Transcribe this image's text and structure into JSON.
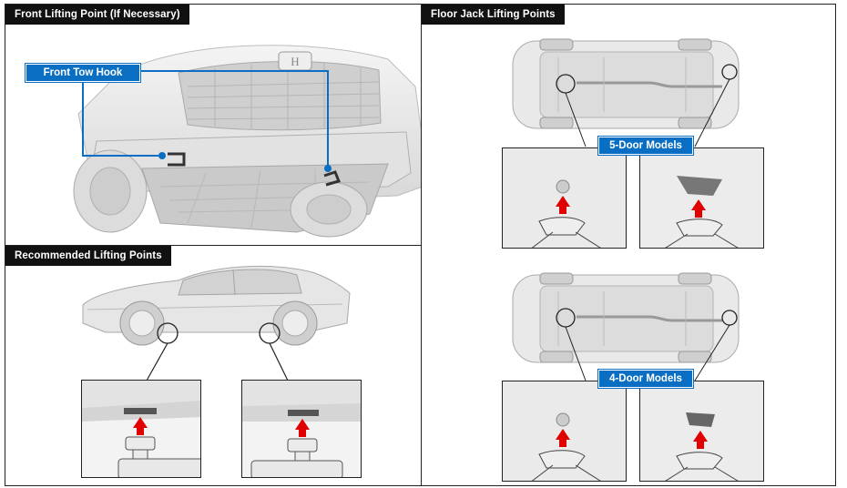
{
  "panels": {
    "front": {
      "title": "Front Lifting Point (If Necessary)",
      "callout": "Front Tow Hook"
    },
    "recommended": {
      "title": "Recommended Lifting Points"
    },
    "floor_jack": {
      "title": "Floor Jack Lifting Points",
      "callout_5door": "5-Door Models",
      "callout_4door": "4-Door Models"
    }
  },
  "colors": {
    "callout_blue": "#0a6fc2",
    "arrow_red": "#e00000",
    "title_bg": "#111111"
  }
}
